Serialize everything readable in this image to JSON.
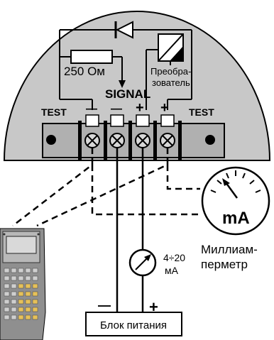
{
  "labels": {
    "resistor": "250 Ом",
    "converter_line1": "Преобра-",
    "converter_line2": "зователь",
    "signal": "SIGNAL",
    "test_left": "TEST",
    "test_right": "TEST",
    "minus1": "—",
    "minus2": "—",
    "plus1": "+",
    "plus2": "+",
    "ma_meter_unit": "mA",
    "ma_meter_line1": "Миллиам-",
    "ma_meter_line2": "перметр",
    "loop_range": "4÷20",
    "loop_unit": "мА",
    "psu_minus": "—",
    "psu_plus": "+",
    "power_supply": "Блок питания"
  }
}
